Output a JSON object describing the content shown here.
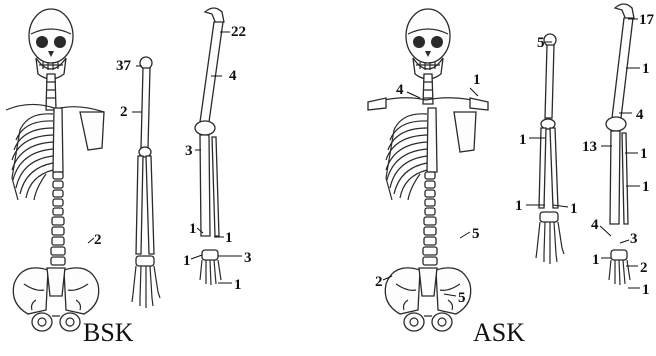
{
  "panels": [
    {
      "id": "bsk",
      "caption": "BSK",
      "labels": [
        "37",
        "2",
        "22",
        "4",
        "3",
        "2",
        "1",
        "1",
        "1",
        "3",
        "1"
      ]
    },
    {
      "id": "ask",
      "caption": "ASK",
      "labels": [
        "4",
        "1",
        "5",
        "5",
        "2",
        "5",
        "1",
        "1",
        "1",
        "17",
        "1",
        "4",
        "13",
        "1",
        "1",
        "4",
        "3",
        "1",
        "2",
        "1"
      ]
    }
  ]
}
